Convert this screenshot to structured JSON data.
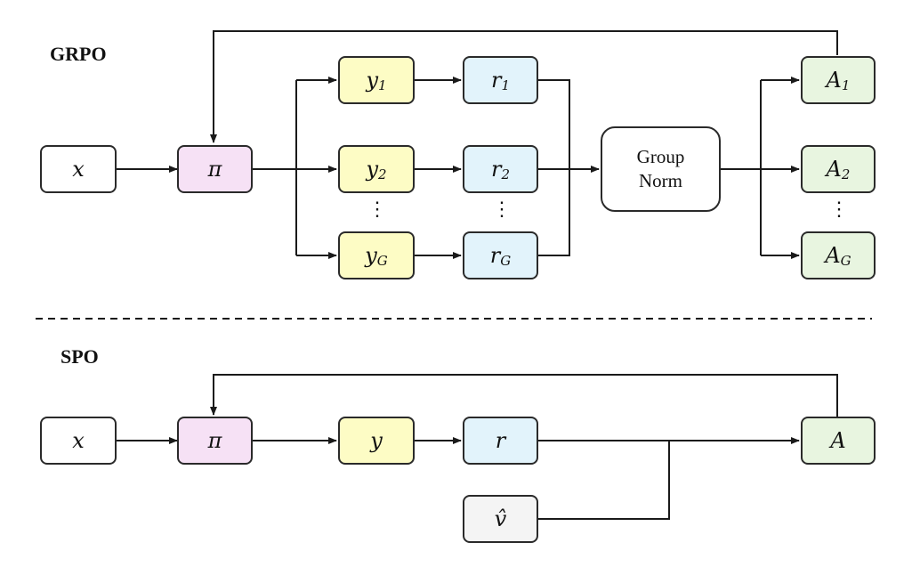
{
  "colors": {
    "input": "#ffffff",
    "policy": "#f6e1f5",
    "response": "#fdfcc5",
    "reward": "#e2f3fb",
    "advantage": "#e8f5e0",
    "value": "#f4f4f4",
    "line": "#1a1a1a"
  },
  "grpo": {
    "title": "GRPO",
    "x": "x",
    "policy": "π",
    "y1": {
      "base": "y",
      "sub": "1"
    },
    "y2": {
      "base": "y",
      "sub": "2"
    },
    "yG": {
      "base": "y",
      "sub": "G"
    },
    "r1": {
      "base": "r",
      "sub": "1"
    },
    "r2": {
      "base": "r",
      "sub": "2"
    },
    "rG": {
      "base": "r",
      "sub": "G"
    },
    "norm_line1": "Group",
    "norm_line2": "Norm",
    "A1": {
      "base": "A",
      "sub": "1"
    },
    "A2": {
      "base": "A",
      "sub": "2"
    },
    "AG": {
      "base": "A",
      "sub": "G"
    },
    "dots": "⋮"
  },
  "spo": {
    "title": "SPO",
    "x": "x",
    "policy": "π",
    "y": "y",
    "r": "r",
    "v": "v̂",
    "A": "A"
  }
}
